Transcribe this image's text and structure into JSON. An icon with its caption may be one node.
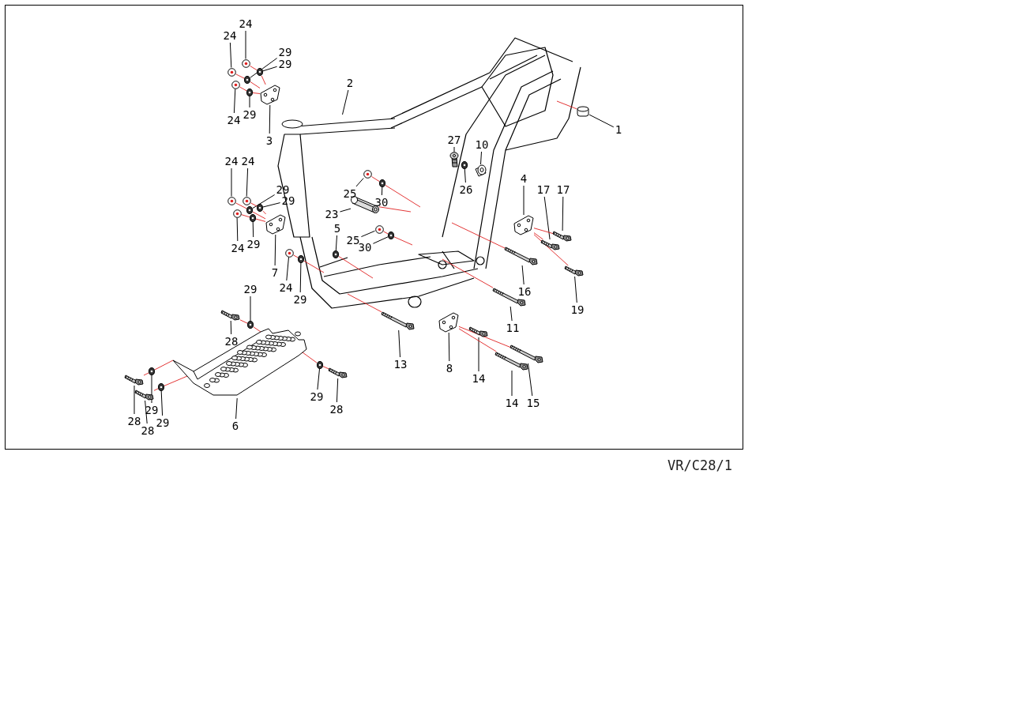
{
  "diagram": {
    "nodes": [
      {
        "text": [
          "1"
        ]
      },
      {
        "text": [
          "2"
        ]
      },
      {
        "text": [
          "3"
        ]
      },
      {
        "text": [
          "24"
        ]
      },
      {
        "text": [
          "24"
        ]
      },
      {
        "text": [
          "29"
        ]
      },
      {
        "text": [
          "29"
        ]
      },
      {
        "text": [
          "24"
        ]
      },
      {
        "text": [
          "29"
        ]
      },
      {
        "text": [
          "24"
        ]
      },
      {
        "text": [
          "24"
        ]
      },
      {
        "text": [
          "29"
        ]
      },
      {
        "text": [
          "29"
        ]
      },
      {
        "text": [
          "24"
        ]
      },
      {
        "text": [
          "29"
        ]
      },
      {
        "text": [
          "7"
        ]
      },
      {
        "text": [
          "24"
        ]
      },
      {
        "text": [
          "29"
        ]
      },
      {
        "text": [
          "5"
        ]
      },
      {
        "text": [
          "25"
        ]
      },
      {
        "text": [
          "30"
        ]
      },
      {
        "text": [
          "23"
        ]
      },
      {
        "text": [
          "25"
        ]
      },
      {
        "text": [
          "30"
        ]
      },
      {
        "text": [
          "27"
        ]
      },
      {
        "text": [
          "10"
        ]
      },
      {
        "text": [
          "26"
        ]
      },
      {
        "text": [
          "4"
        ]
      },
      {
        "text": [
          "17"
        ]
      },
      {
        "text": [
          "17"
        ]
      },
      {
        "text": [
          "16"
        ]
      },
      {
        "text": [
          "19"
        ]
      },
      {
        "text": [
          "11"
        ]
      },
      {
        "text": [
          "29"
        ]
      },
      {
        "text": [
          "28"
        ]
      },
      {
        "text": [
          "13"
        ]
      },
      {
        "text": [
          "8"
        ]
      },
      {
        "text": [
          "14"
        ]
      },
      {
        "text": [
          "14"
        ]
      },
      {
        "text": [
          "15"
        ]
      },
      {
        "text": [
          "28"
        ]
      },
      {
        "text": [
          "29"
        ]
      },
      {
        "text": [
          "28"
        ]
      },
      {
        "text": [
          "29"
        ]
      },
      {
        "text": [
          "6"
        ]
      },
      {
        "text": [
          "29"
        ]
      },
      {
        "text": [
          "28"
        ]
      },
      {
        "text": [],
        "shape": "picture"
      },
      {
        "text": [],
        "shape": "picture"
      },
      {
        "text": [],
        "shape": "picture"
      },
      {
        "text": [],
        "shape": "picture"
      },
      {
        "text": [],
        "shape": "picture"
      },
      {
        "text": [],
        "shape": "picture"
      },
      {
        "text": [],
        "shape": "picture"
      },
      {
        "text": [],
        "shape": "picture"
      },
      {
        "text": [],
        "shape": "picture"
      },
      {
        "text": [],
        "shape": "picture"
      },
      {
        "text": [],
        "shape": "picture"
      },
      {
        "text": [],
        "shape": "picture"
      },
      {
        "text": [],
        "shape": "picture"
      },
      {
        "text": [],
        "shape": "picture"
      },
      {
        "text": [],
        "shape": "picture"
      },
      {
        "text": [],
        "shape": "picture"
      },
      {
        "text": [],
        "shape": "picture"
      },
      {
        "text": [],
        "shape": "picture"
      },
      {
        "text": [],
        "shape": "picture"
      },
      {
        "text": [],
        "shape": "picture"
      },
      {
        "text": [],
        "shape": "picture"
      },
      {
        "text": [],
        "shape": "picture"
      },
      {
        "text": [],
        "shape": "picture"
      },
      {
        "text": [],
        "shape": "picture"
      },
      {
        "text": [],
        "shape": "picture"
      },
      {
        "text": [],
        "shape": "picture"
      },
      {
        "text": [],
        "shape": "picture"
      },
      {
        "text": [],
        "shape": "picture"
      },
      {
        "text": [],
        "shape": "picture"
      },
      {
        "text": [],
        "shape": "picture"
      },
      {
        "text": [],
        "shape": "picture"
      },
      {
        "text": [],
        "shape": "picture"
      },
      {
        "text": [],
        "shape": "picture"
      },
      {
        "text": [],
        "shape": "picture"
      },
      {
        "text": [],
        "shape": "picture"
      },
      {
        "text": [],
        "shape": "picture"
      },
      {
        "text": [],
        "shape": "picture"
      },
      {
        "text": [],
        "shape": "picture"
      },
      {
        "text": [],
        "shape": "picture"
      },
      {
        "text": [],
        "shape": "picture"
      },
      {
        "text": [],
        "shape": "picture"
      },
      {
        "text": [],
        "shape": "picture"
      },
      {
        "text": [],
        "shape": "picture"
      },
      {
        "text": [],
        "shape": "picture"
      },
      {
        "text": [],
        "shape": "picture"
      },
      {
        "text": [],
        "shape": "picture"
      },
      {
        "text": [],
        "shape": "picture"
      }
    ],
    "edges": [
      {
        "from": 0,
        "to": 47,
        "arrow": "none"
      },
      {
        "from": 1,
        "to": 48,
        "arrow": "none"
      },
      {
        "from": 2,
        "to": 49,
        "arrow": "none"
      },
      {
        "from": 3,
        "to": 50,
        "arrow": "none"
      },
      {
        "from": 4,
        "to": 51,
        "arrow": "none"
      },
      {
        "from": 5,
        "to": 52,
        "arrow": "none"
      },
      {
        "from": 6,
        "to": 53,
        "arrow": "none"
      },
      {
        "from": 7,
        "to": 54,
        "arrow": "none"
      },
      {
        "from": 8,
        "to": 55,
        "arrow": "none"
      },
      {
        "from": 9,
        "to": 56,
        "arrow": "none"
      },
      {
        "from": 10,
        "to": 57,
        "arrow": "none"
      },
      {
        "from": 11,
        "to": 58,
        "arrow": "none"
      },
      {
        "from": 12,
        "to": 59,
        "arrow": "none"
      },
      {
        "from": 13,
        "to": 60,
        "arrow": "none"
      },
      {
        "from": 14,
        "to": 61,
        "arrow": "none"
      },
      {
        "from": 15,
        "to": 62,
        "arrow": "none"
      },
      {
        "from": 16,
        "to": 63,
        "arrow": "none"
      },
      {
        "from": 17,
        "to": 64,
        "arrow": "none"
      },
      {
        "from": 18,
        "to": 65,
        "arrow": "none"
      },
      {
        "from": 19,
        "to": 66,
        "arrow": "none"
      },
      {
        "from": 20,
        "to": 67,
        "arrow": "none"
      },
      {
        "from": 21,
        "to": 68,
        "arrow": "none"
      },
      {
        "from": 22,
        "to": 69,
        "arrow": "none"
      },
      {
        "from": 23,
        "to": 70,
        "arrow": "none"
      },
      {
        "from": 24,
        "to": 71,
        "arrow": "none"
      },
      {
        "from": 25,
        "to": 72,
        "arrow": "none"
      },
      {
        "from": 26,
        "to": 73,
        "arrow": "none"
      },
      {
        "from": 27,
        "to": 74,
        "arrow": "none"
      },
      {
        "from": 28,
        "to": 75,
        "arrow": "none"
      },
      {
        "from": 29,
        "to": 76,
        "arrow": "none"
      },
      {
        "from": 30,
        "to": 77,
        "arrow": "none"
      },
      {
        "from": 31,
        "to": 78,
        "arrow": "none"
      },
      {
        "from": 32,
        "to": 79,
        "arrow": "none"
      },
      {
        "from": 33,
        "to": 80,
        "arrow": "none"
      },
      {
        "from": 34,
        "to": 81,
        "arrow": "none"
      },
      {
        "from": 35,
        "to": 82,
        "arrow": "none"
      },
      {
        "from": 36,
        "to": 83,
        "arrow": "none"
      },
      {
        "from": 37,
        "to": 84,
        "arrow": "none"
      },
      {
        "from": 38,
        "to": 85,
        "arrow": "none"
      },
      {
        "from": 39,
        "to": 86,
        "arrow": "none"
      },
      {
        "from": 40,
        "to": 87,
        "arrow": "none"
      },
      {
        "from": 41,
        "to": 88,
        "arrow": "none"
      },
      {
        "from": 42,
        "to": 89,
        "arrow": "none"
      },
      {
        "from": 43,
        "to": 90,
        "arrow": "none"
      },
      {
        "from": 44,
        "to": 91,
        "arrow": "none"
      },
      {
        "from": 45,
        "to": 92,
        "arrow": "none"
      },
      {
        "from": 46,
        "to": 93,
        "arrow": "none"
      },
      {
        "from": 50,
        "to": 53,
        "arrow": "none",
        "color": "#e02020"
      },
      {
        "from": 53,
        "to": 49,
        "arrow": "none",
        "color": "#e02020"
      },
      {
        "from": 51,
        "to": 52,
        "arrow": "none",
        "color": "#e02020"
      },
      {
        "from": 52,
        "to": 49,
        "arrow": "none",
        "color": "#e02020"
      },
      {
        "from": 54,
        "to": 55,
        "arrow": "none",
        "color": "#e02020"
      },
      {
        "from": 55,
        "to": 49,
        "arrow": "none",
        "color": "#e02020"
      },
      {
        "from": 57,
        "to": 59,
        "arrow": "none",
        "color": "#e02020"
      },
      {
        "from": 59,
        "to": 62,
        "arrow": "none",
        "color": "#e02020"
      },
      {
        "from": 56,
        "to": 58,
        "arrow": "none",
        "color": "#e02020"
      },
      {
        "from": 58,
        "to": 62,
        "arrow": "none",
        "color": "#e02020"
      },
      {
        "from": 60,
        "to": 61,
        "arrow": "none",
        "color": "#e02020"
      },
      {
        "from": 61,
        "to": 62,
        "arrow": "none",
        "color": "#e02020"
      },
      {
        "from": 63,
        "to": 64,
        "arrow": "none",
        "color": "#e02020"
      },
      {
        "from": 64,
        "to": null,
        "arrow": "none",
        "color": "#e02020"
      },
      {
        "from": 65,
        "to": null,
        "arrow": "none",
        "color": "#e02020"
      },
      {
        "from": 68,
        "to": null,
        "arrow": "none",
        "color": "#e02020"
      },
      {
        "from": 66,
        "to": 67,
        "arrow": "none",
        "color": "#e02020"
      },
      {
        "from": 67,
        "to": null,
        "arrow": "none",
        "color": "#e02020"
      },
      {
        "from": 69,
        "to": 70,
        "arrow": "none",
        "color": "#e02020"
      },
      {
        "from": 70,
        "to": null,
        "arrow": "none",
        "color": "#e02020"
      },
      {
        "from": 47,
        "to": null,
        "arrow": "none",
        "color": "#e02020"
      },
      {
        "from": 74,
        "to": 75,
        "arrow": "none",
        "color": "#e02020"
      },
      {
        "from": 74,
        "to": 76,
        "arrow": "none",
        "color": "#e02020"
      },
      {
        "from": 74,
        "to": 78,
        "arrow": "none",
        "color": "#e02020"
      },
      {
        "from": 77,
        "to": null,
        "arrow": "none",
        "color": "#e02020"
      },
      {
        "from": 79,
        "to": null,
        "arrow": "none",
        "color": "#e02020"
      },
      {
        "from": 82,
        "to": null,
        "arrow": "none",
        "color": "#e02020"
      },
      {
        "from": 83,
        "to": 86,
        "arrow": "none",
        "color": "#e02020"
      },
      {
        "from": 83,
        "to": 85,
        "arrow": "none",
        "color": "#e02020"
      },
      {
        "from": 81,
        "to": 80,
        "arrow": "none",
        "color": "#e02020"
      },
      {
        "from": 80,
        "to": 91,
        "arrow": "none",
        "color": "#e02020"
      },
      {
        "from": 93,
        "to": 92,
        "arrow": "none",
        "color": "#e02020"
      },
      {
        "from": 92,
        "to": 91,
        "arrow": "none",
        "color": "#e02020"
      },
      {
        "from": 87,
        "to": 88,
        "arrow": "none",
        "color": "#e02020"
      },
      {
        "from": 88,
        "to": 91,
        "arrow": "none",
        "color": "#e02020"
      },
      {
        "from": 89,
        "to": 90,
        "arrow": "none",
        "color": "#e02020"
      },
      {
        "from": 90,
        "to": 91,
        "arrow": "none",
        "color": "#e02020"
      }
    ],
    "labels": [
      "VR/C28/1"
    ]
  }
}
